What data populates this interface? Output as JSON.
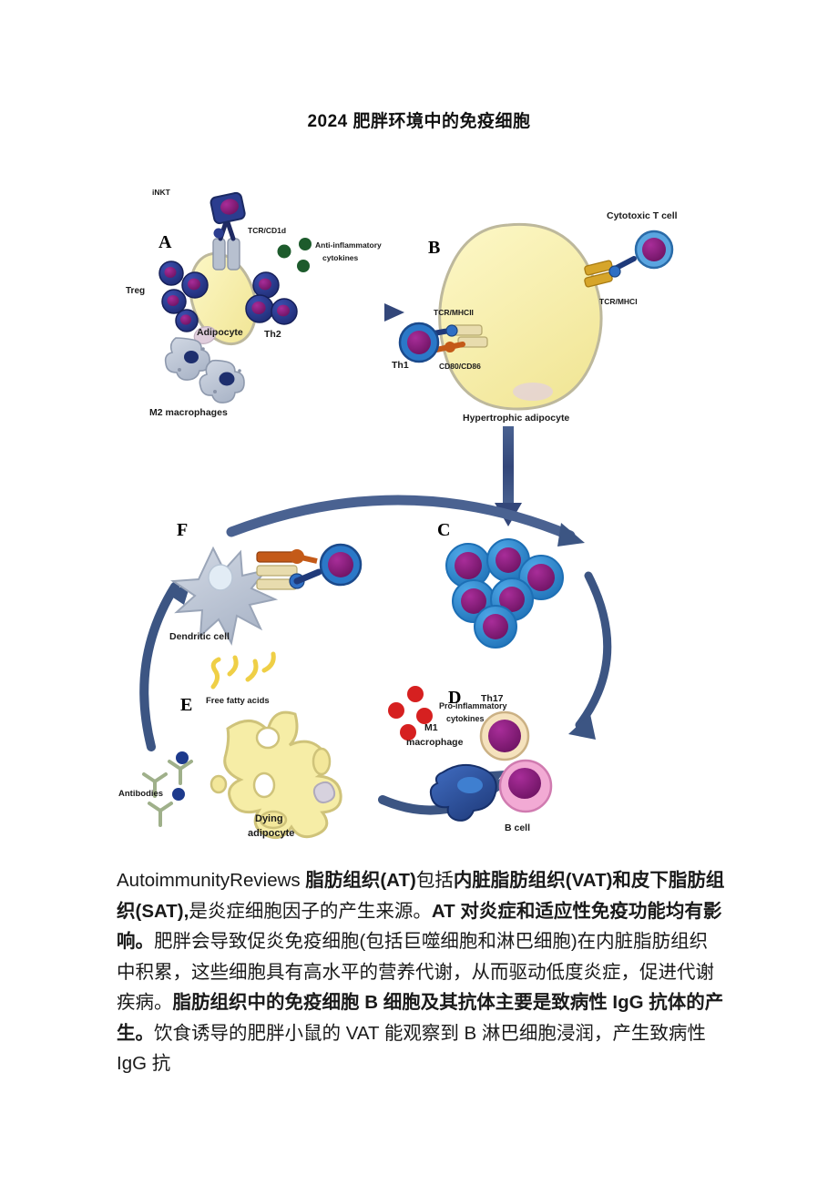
{
  "document": {
    "title": "2024 肥胖环境中的免疫细胞"
  },
  "figure": {
    "name": "immune-cells-in-obesity-diagram",
    "panels": {
      "a": "A",
      "b": "B",
      "c": "C",
      "d": "D",
      "e": "E",
      "f": "F"
    },
    "labels": {
      "inkt": "iNKT",
      "tcr_cd1d": "TCR/CD1d",
      "anti_inflammatory_cytokines_l1": "Anti-inflammatory",
      "anti_inflammatory_cytokines_l2": "cytokines",
      "treg": "Treg",
      "adipocyte": "Adipocyte",
      "th2": "Th2",
      "m2_macrophages": "M2 macrophages",
      "cytotoxic_t_cell": "Cytotoxic T cell",
      "tcr_mhci": "TCR/MHCI",
      "tcr_mhcii": "TCR/MHCII",
      "th1": "Th1",
      "cd80_cd86": "CD80/CD86",
      "hypertrophic_adipocyte": "Hypertrophic adipocyte",
      "dendritic_cell": "Dendritic cell",
      "free_fatty_acids": "Free fatty acids",
      "pro_inflammatory_cytokines_l1": "Pro-inflammatory",
      "pro_inflammatory_cytokines_l2": "cytokines",
      "antibodies": "Antibodies",
      "dying_l1": "Dying",
      "dying_l2": "adipocyte",
      "th17": "Th17",
      "m1_macrophage_l1": "M1",
      "m1_macrophage_l2": "macrophage",
      "b_cell": "B cell"
    },
    "colors": {
      "arrow_navy": "#3c5583",
      "adipocyte_yellow": "#f7f0a8",
      "adipocyte_outline": "#b9b49a",
      "cell_blue": "#2f8ed6",
      "nucleus_purple": "#8e1f82",
      "treg_blue": "#2b3d8f",
      "macrophage_grey": "#b9c2d2",
      "th17_cream": "#f5e2bd",
      "bcell_pink": "#f2aad4",
      "cytokine_green": "#1d5b2c",
      "cytokine_red": "#d62020",
      "mhc_gold": "#d6a52a",
      "cd80_orange": "#c45a18",
      "antibody_green": "#9fb08a",
      "ffa_yellow": "#f0d14a"
    }
  },
  "paragraph": {
    "segments": [
      {
        "text": "AutoimmunityReviews ",
        "bold": false
      },
      {
        "text": "脂肪组织(AT)",
        "bold": true
      },
      {
        "text": "包括",
        "bold": false
      },
      {
        "text": "内脏脂肪组织(VAT)和皮下脂肪组织(SAT),",
        "bold": true
      },
      {
        "text": "是炎症细胞因子的产生来源。",
        "bold": false
      },
      {
        "text": "AT 对炎症和适应性免疫功能均有影响。",
        "bold": true
      },
      {
        "text": "肥胖会导致促炎免疫细胞(包括巨噬细胞和淋巴细胞)在内脏脂肪组织中积累，这些细胞具有高水平的营养代谢，从而驱动低度炎症，促进代谢疾病。",
        "bold": false
      },
      {
        "text": "脂肪组织中的免疫细胞 B 细胞及其抗体主要是致病性 IgG 抗体的产生。",
        "bold": true
      },
      {
        "text": "饮食诱导的肥胖小鼠的 VAT 能观察到 B 淋巴细胞浸润，产生致病性 IgG 抗",
        "bold": false
      }
    ]
  }
}
